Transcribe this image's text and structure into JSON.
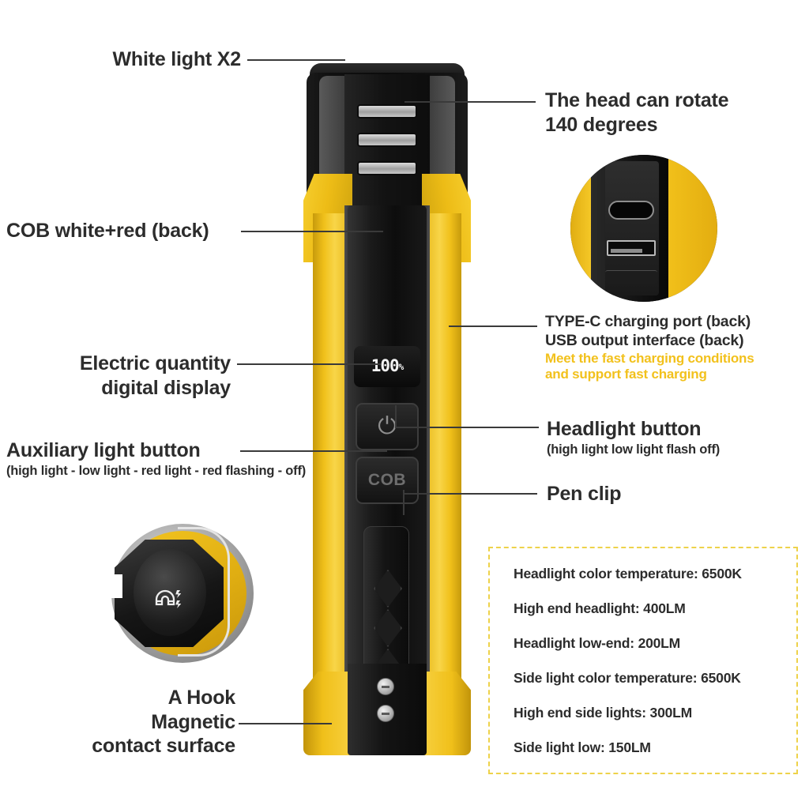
{
  "product": {
    "display_value": "100",
    "display_unit": "%",
    "power_button_glyph": "⏻",
    "aux_button_label": "COB"
  },
  "callouts": {
    "white_light": {
      "line1": "White light X2"
    },
    "cob_white_red": {
      "line1": "COB white+red (back)"
    },
    "electric_quantity": {
      "line1": "Electric quantity",
      "line2": "digital display"
    },
    "aux_light_button": {
      "line1": "Auxiliary light button",
      "sub": "(high light - low light - red light - red flashing - off)"
    },
    "hook_magnetic": {
      "line1": "A Hook",
      "line2": "Magnetic",
      "line3": "contact surface"
    },
    "head_rotate": {
      "line1": "The head can rotate",
      "line2": "140 degrees"
    },
    "charging_ports": {
      "line1": "TYPE-C charging port (back)",
      "line2": "USB output interface (back)",
      "accent1": "Meet the fast charging conditions",
      "accent2": "and support fast charging"
    },
    "headlight_button": {
      "line1": "Headlight button",
      "sub": "(high light low light flash off)"
    },
    "pen_clip": {
      "line1": "Pen clip"
    }
  },
  "specs": {
    "items": [
      "Headlight color temperature: 6500K",
      "High end headlight: 400LM",
      "Headlight low-end: 200LM",
      "Side light color temperature: 6500K",
      "High end side lights: 300LM",
      "Side light low: 150LM"
    ]
  },
  "colors": {
    "accent_yellow": "#f2c11c",
    "body_yellow": "#f0c01a",
    "text_dark": "#2c2c2c",
    "spec_border": "#eed24a"
  }
}
